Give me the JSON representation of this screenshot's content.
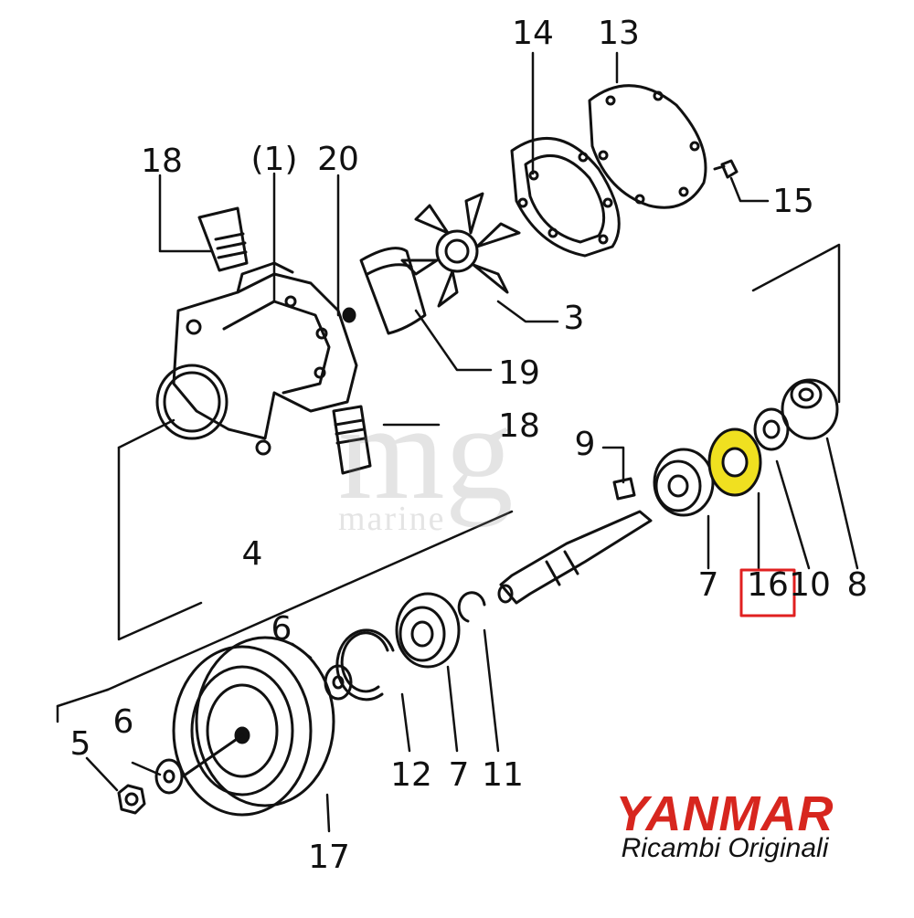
{
  "diagram": {
    "callouts": {
      "c14": "14",
      "c13": "13",
      "c15": "15",
      "c18a": "18",
      "c1": "(1)",
      "c20": "20",
      "c3": "3",
      "c19": "19",
      "c18b": "18",
      "c9": "9",
      "c4": "4",
      "c6a": "6",
      "c7a": "7",
      "c16": "16",
      "c10": "10",
      "c8": "8",
      "c5": "5",
      "c6b": "6",
      "c12": "12",
      "c7b": "7",
      "c11": "11",
      "c17": "17"
    },
    "highlighted_part": "16",
    "highlight_color": "#e02020",
    "highlight_fill": "#f0e020"
  },
  "watermark": {
    "logo": "mg",
    "text": "marine"
  },
  "brand": {
    "name": "YANMAR",
    "tagline": "Ricambi Originali",
    "color": "#d7261e"
  }
}
